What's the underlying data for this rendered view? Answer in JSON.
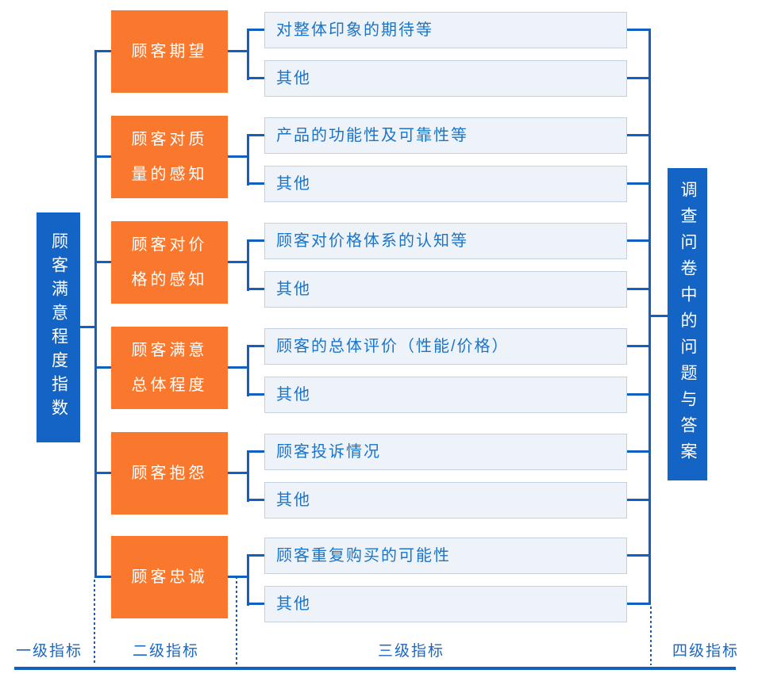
{
  "palette": {
    "primary_blue": "#1464c6",
    "line_blue": "#1160bf",
    "orange": "#f9782e",
    "level3_fill": "#eef3f9",
    "level3_border": "#c3d0e0",
    "level3_text": "#1b74c8",
    "label_text": "#1a67c4"
  },
  "level1": {
    "label": "顾客满意程度指数"
  },
  "level4": {
    "label": "调查问卷中的问题与答案"
  },
  "rows": [
    {
      "l2_lines": [
        "顾客期望"
      ],
      "l3a": "对整体印象的期待等",
      "l3b": "其他"
    },
    {
      "l2_lines": [
        "顾客对质",
        "量的感知"
      ],
      "l3a": "产品的功能性及可靠性等",
      "l3b": "其他"
    },
    {
      "l2_lines": [
        "顾客对价",
        "格的感知"
      ],
      "l3a": "顾客对价格体系的认知等",
      "l3b": "其他"
    },
    {
      "l2_lines": [
        "顾客满意",
        "总体程度"
      ],
      "l3a": "顾客的总体评价（性能/价格）",
      "l3b": "其他"
    },
    {
      "l2_lines": [
        "顾客抱怨"
      ],
      "l3a": "顾客投诉情况",
      "l3b": "其他"
    },
    {
      "l2_lines": [
        "顾客忠诚"
      ],
      "l3a": "顾客重复购买的可能性",
      "l3b": "其他"
    }
  ],
  "footer": {
    "labels": [
      "一级指标",
      "二级指标",
      "三级指标",
      "四级指标"
    ]
  }
}
